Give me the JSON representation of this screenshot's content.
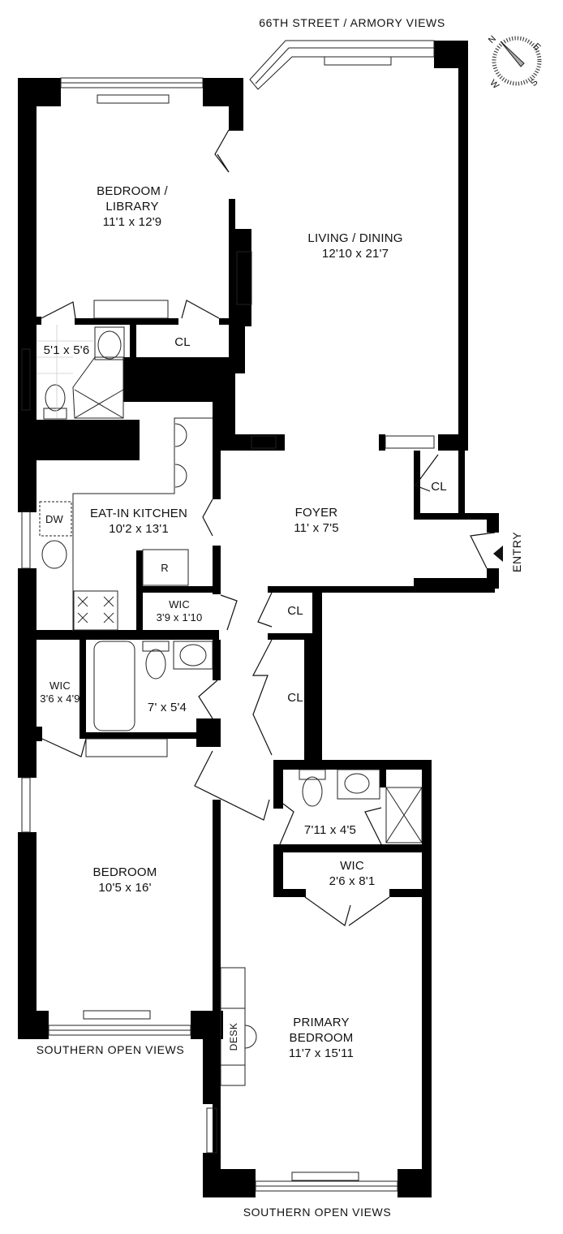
{
  "views": {
    "north": "66TH STREET / ARMORY VIEWS",
    "south_left": "SOUTHERN OPEN VIEWS",
    "south_right": "SOUTHERN OPEN VIEWS"
  },
  "entry_label": "ENTRY",
  "compass": {
    "icon": "compass-icon",
    "letters": [
      "N",
      "E",
      "S",
      "W"
    ]
  },
  "rooms": {
    "bedroom_library": {
      "name_line1": "BEDROOM /",
      "name_line2": "LIBRARY",
      "size": "11'1 x 12'9"
    },
    "living_dining": {
      "name": "LIVING / DINING",
      "size": "12'10 x 21'7"
    },
    "bath1": {
      "size": "5'1 x 5'6"
    },
    "closet_bedlib": {
      "name": "CL"
    },
    "kitchen": {
      "name": "EAT-IN KITCHEN",
      "size": "10'2 x 13'1",
      "dw": "DW",
      "fridge": "R"
    },
    "foyer": {
      "name": "FOYER",
      "size": "11' x 7'5"
    },
    "closet_foyer": {
      "name": "CL"
    },
    "wic_kitchen": {
      "name": "WIC",
      "size": "3'9 x 1'10"
    },
    "closet_hall1": {
      "name": "CL"
    },
    "closet_hall2": {
      "name": "CL"
    },
    "wic_bedroom": {
      "name": "WIC",
      "size": "3'6 x 4'9"
    },
    "bath2": {
      "size": "7' x 5'4"
    },
    "bath3": {
      "size": "7'11 x 4'5"
    },
    "wic_primary": {
      "name": "WIC",
      "size": "2'6 x 8'1"
    },
    "bedroom": {
      "name": "BEDROOM",
      "size": "10'5 x 16'"
    },
    "primary_bedroom": {
      "name_line1": "PRIMARY",
      "name_line2": "BEDROOM",
      "size": "11'7 x 15'11",
      "desk": "DESK"
    }
  },
  "colors": {
    "wall": "#000000",
    "background": "#ffffff",
    "line": "#222222",
    "tile": "#cccccc"
  }
}
